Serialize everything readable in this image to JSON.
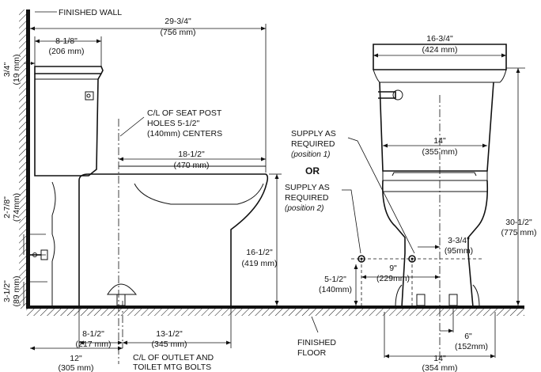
{
  "labels": {
    "finished_wall": "FINISHED WALL",
    "finished_floor_line1": "FINISHED",
    "finished_floor_line2": "FLOOR",
    "seat_post_line1": "C/L OF SEAT POST",
    "seat_post_line2": "HOLES 5-1/2\"",
    "seat_post_line3": "(140mm) CENTERS",
    "outlet_line1": "C/L OF OUTLET AND",
    "outlet_line2": "TOILET MTG BOLTS",
    "supply1_line1": "SUPPLY AS",
    "supply1_line2": "REQUIRED",
    "supply1_line3": "(position 1)",
    "or": "OR",
    "supply2_line1": "SUPPLY AS",
    "supply2_line2": "REQUIRED",
    "supply2_line3": "(position 2)"
  },
  "dims": {
    "overall_depth": [
      "29-3/4\"",
      "(756 mm)"
    ],
    "tank_depth": [
      "8-1/8\"",
      "(206 mm)"
    ],
    "tank_gap": [
      "3/4\"",
      "(19 mm)"
    ],
    "seat_length": [
      "18-1/2\"",
      "(470 mm)"
    ],
    "bowl_height": [
      "16-1/2\"",
      "(419 mm)"
    ],
    "supply_height_wall": [
      "2-7/8\"",
      "(74mm)"
    ],
    "floor_supply": [
      "3-1/2\"",
      "(89 mm)"
    ],
    "rough_in": [
      "12\"",
      "(305 mm)"
    ],
    "outlet_back": [
      "8-1/2\"",
      "(217 mm)"
    ],
    "outlet_front": [
      "13-1/2\"",
      "(345 mm)"
    ],
    "tank_width": [
      "16-3/4\"",
      "(424 mm)"
    ],
    "bowl_width": [
      "14\"",
      "(355 mm)"
    ],
    "overall_height": [
      "30-1/2\"",
      "(775 mm)"
    ],
    "supply_offset": [
      "3-3/4\"",
      "(95mm)"
    ],
    "supply_spacing": [
      "9\"",
      "(229mm)"
    ],
    "supply_floor": [
      "5-1/2\"",
      "(140mm)"
    ],
    "bolt_offset": [
      "6\"",
      "(152mm)"
    ],
    "base_width": [
      "14\"",
      "(354 mm)"
    ]
  }
}
